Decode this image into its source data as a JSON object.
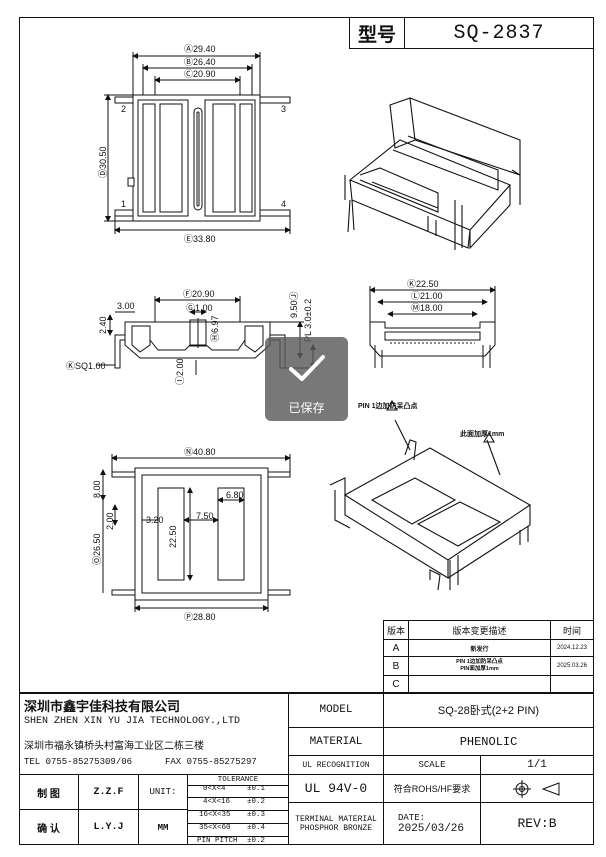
{
  "header": {
    "model_label": "型号",
    "model_value": "SQ-2837"
  },
  "dimensions": {
    "top_view": {
      "A": "Ⓐ29.40",
      "B": "Ⓑ26.40",
      "C": "Ⓒ20.90",
      "D": "Ⓓ30.50",
      "E": "Ⓔ33.80",
      "pins": [
        "2",
        "3",
        "1",
        "4"
      ]
    },
    "front_view": {
      "F": "Ⓕ20.90",
      "G": "Ⓖ1.00",
      "H": "Ⓗ6.97",
      "I": "Ⓘ2.00",
      "J": "9.50Ⓙ",
      "K_left": "3.00",
      "L_left": "2.40",
      "SQ": "ⓀSQ1.00",
      "PL": "PL 3.0±0.2"
    },
    "side_view": {
      "K": "Ⓚ22.50",
      "L": "Ⓛ21.00",
      "M": "Ⓜ18.00"
    },
    "bottom_view": {
      "N": "Ⓝ40.80",
      "O": "Ⓞ26.50",
      "P": "Ⓟ28.80",
      "d1": "8.00",
      "d2": "2.00",
      "d3": "3.20",
      "d4": "22.50",
      "d5": "7.50",
      "d6": "6.80"
    },
    "iso_notes": {
      "pin1": "PIN 1边加防呆凸点",
      "thick": "此面加厚1mm"
    }
  },
  "toast": {
    "label": "已保存",
    "icon": "check-icon"
  },
  "revision_table": {
    "headers": [
      "版本",
      "版本变更描述",
      "时间"
    ],
    "rows": [
      {
        "ver": "A",
        "desc": "新发行",
        "date": "2024.12.23"
      },
      {
        "ver": "B",
        "desc": "PIN 1边加防呆凸点\nPIN面加厚1mm",
        "date": "2025.03.26"
      },
      {
        "ver": "C",
        "desc": "",
        "date": ""
      }
    ]
  },
  "title_block": {
    "company_cn": "深圳市鑫宇佳科技有限公司",
    "company_en": "SHEN ZHEN XIN YU JIA TECHNOLOGY.,LTD",
    "address": "深圳市福永镇桥头村富海工业区二栋三楼",
    "tel": "TEL 0755-85275309/06",
    "fax": "FAX 0755-85275297",
    "model_label": "MODEL",
    "model_value": "SQ-28卧式(2+2 PIN)",
    "material_label": "MATERIAL",
    "material_value": "PHENOLIC",
    "ul_label": "UL RECOGNITION",
    "scale_label": "SCALE",
    "scale_value": "1/1",
    "ul_value": "UL 94V-0",
    "rohs": "符合ROHS/HF要求",
    "terminal_label_1": "TERMINAL MATERIAL",
    "terminal_label_2": "PHOSPHOR BRONZE",
    "date_label": "DATE:",
    "date_value": "2025/03/26",
    "rev_label": "REV:",
    "rev_value": "B",
    "made_label": "制 图",
    "made_value": "Z.Z.F",
    "confirm_label": "确 认",
    "confirm_value": "L.Y.J",
    "unit_label": "UNIT:",
    "unit_value": "MM",
    "tolerance_title": "TOLERANCE",
    "tolerance": [
      {
        "range": "0<X<4",
        "val": "±0.1"
      },
      {
        "range": "4<X<16",
        "val": "±0.2"
      },
      {
        "range": "16<X<35",
        "val": "±0.3"
      },
      {
        "range": "35<X<60",
        "val": "±0.4"
      },
      {
        "range": "PIN PITCH",
        "val": "±0.2"
      }
    ]
  }
}
